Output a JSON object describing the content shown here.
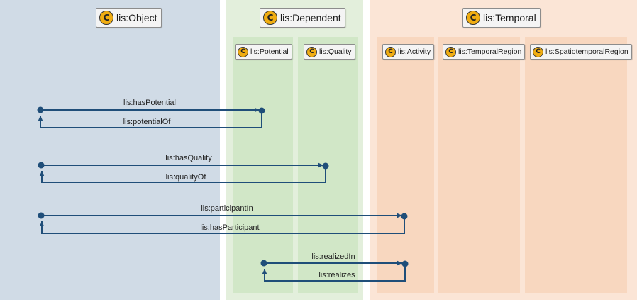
{
  "class_badge": "C",
  "panels": [
    {
      "title": "lis:Object"
    },
    {
      "title": "lis:Dependent",
      "children": [
        "lis:Potential",
        "lis:Quality"
      ]
    },
    {
      "title": "lis:Temporal",
      "children": [
        "lis:Activity",
        "lis:TemporalRegion",
        "lis:SpatiotemporalRegion"
      ]
    }
  ],
  "relations": [
    {
      "forward": "lis:hasPotential",
      "inverse": "lis:potentialOf"
    },
    {
      "forward": "lis:hasQuality",
      "inverse": "lis:qualityOf"
    },
    {
      "forward": "lis:participantIn",
      "inverse": "lis:hasParticipant"
    },
    {
      "forward": "lis:realizedIn",
      "inverse": "lis:realizes"
    }
  ],
  "colors": {
    "object_panel": "#d0dbe6",
    "dependent_panel": "#e3efdc",
    "dependent_sub": "#d1e7c7",
    "temporal_panel": "#fbe5d6",
    "temporal_sub": "#f8d7bf",
    "edge": "#1f4e79"
  }
}
